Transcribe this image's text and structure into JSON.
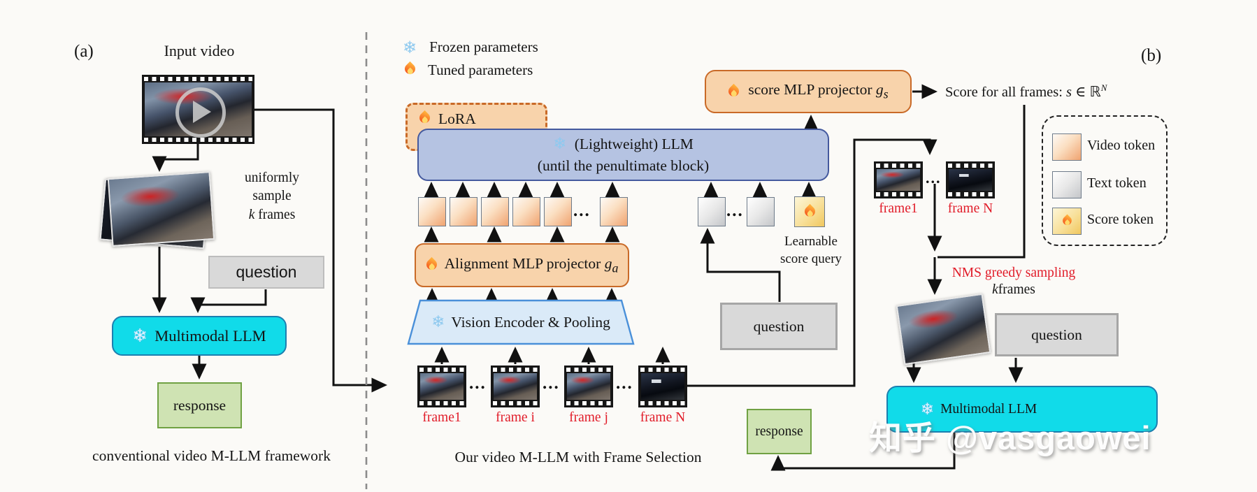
{
  "panel_a": {
    "label": "(a)",
    "input_video_title": "Input video",
    "uniform_sample": {
      "line1": "uniformly",
      "line2": "sample",
      "k": "k",
      "frames_word": " frames"
    },
    "question_label": "question",
    "llm_label": "Multimodal LLM",
    "response_label": "response",
    "caption": "conventional video M-LLM framework"
  },
  "param_legend": {
    "frozen": "Frozen parameters",
    "tuned": "Tuned parameters"
  },
  "panel_b": {
    "label": "(b)",
    "lora_label": "LoRA",
    "llm_line1": " (Lightweight) LLM",
    "llm_line2": "(until the penultimate block)",
    "alignment_projector": {
      "text": "Alignment MLP projector ",
      "math": "g",
      "sub": "a"
    },
    "vision_encoder": "Vision Encoder & Pooling",
    "score_projector": {
      "text": "score MLP projector ",
      "math": "g",
      "sub": "s"
    },
    "score_output": {
      "text": "Score for all frames: ",
      "s": "s",
      "elem": " ∈ ",
      "set": "ℝ",
      "sup": "N"
    },
    "learnable_query": {
      "line1": "Learnable",
      "line2": "score query"
    },
    "question_center_label": "question",
    "frames": [
      "frame1",
      "frame i",
      "frame j",
      "frame N"
    ],
    "dots": "...",
    "b_frames": [
      "frame1",
      "frame N"
    ],
    "nms": {
      "line1": "NMS greedy sampling",
      "k": "k",
      "frames_word": " frames"
    },
    "question_right_label": "question",
    "llm2_label": " Multimodal LLM",
    "response_label": "response",
    "caption": "Our video M-LLM with Frame Selection"
  },
  "token_legend": {
    "video": "Video token",
    "text": "Text token",
    "score": "Score token"
  },
  "icons": {
    "snowflake": "❄"
  },
  "watermark": "知乎 @vasgaowei",
  "colors": {
    "cyan": "#11dbe9",
    "cyan_border": "#1b7fb0",
    "green": "#cfe3b3",
    "green_border": "#70a143",
    "gray_box": "#d9d9d9",
    "blue_llm": "#b5c3e2",
    "blue_llm_border": "#44599e",
    "orange_fill": "#f8d3ab",
    "orange_border": "#c96a28",
    "trapezoid_fill": "#daeaf8",
    "trapezoid_border": "#4a90d9",
    "red_label": "#e11b28"
  }
}
